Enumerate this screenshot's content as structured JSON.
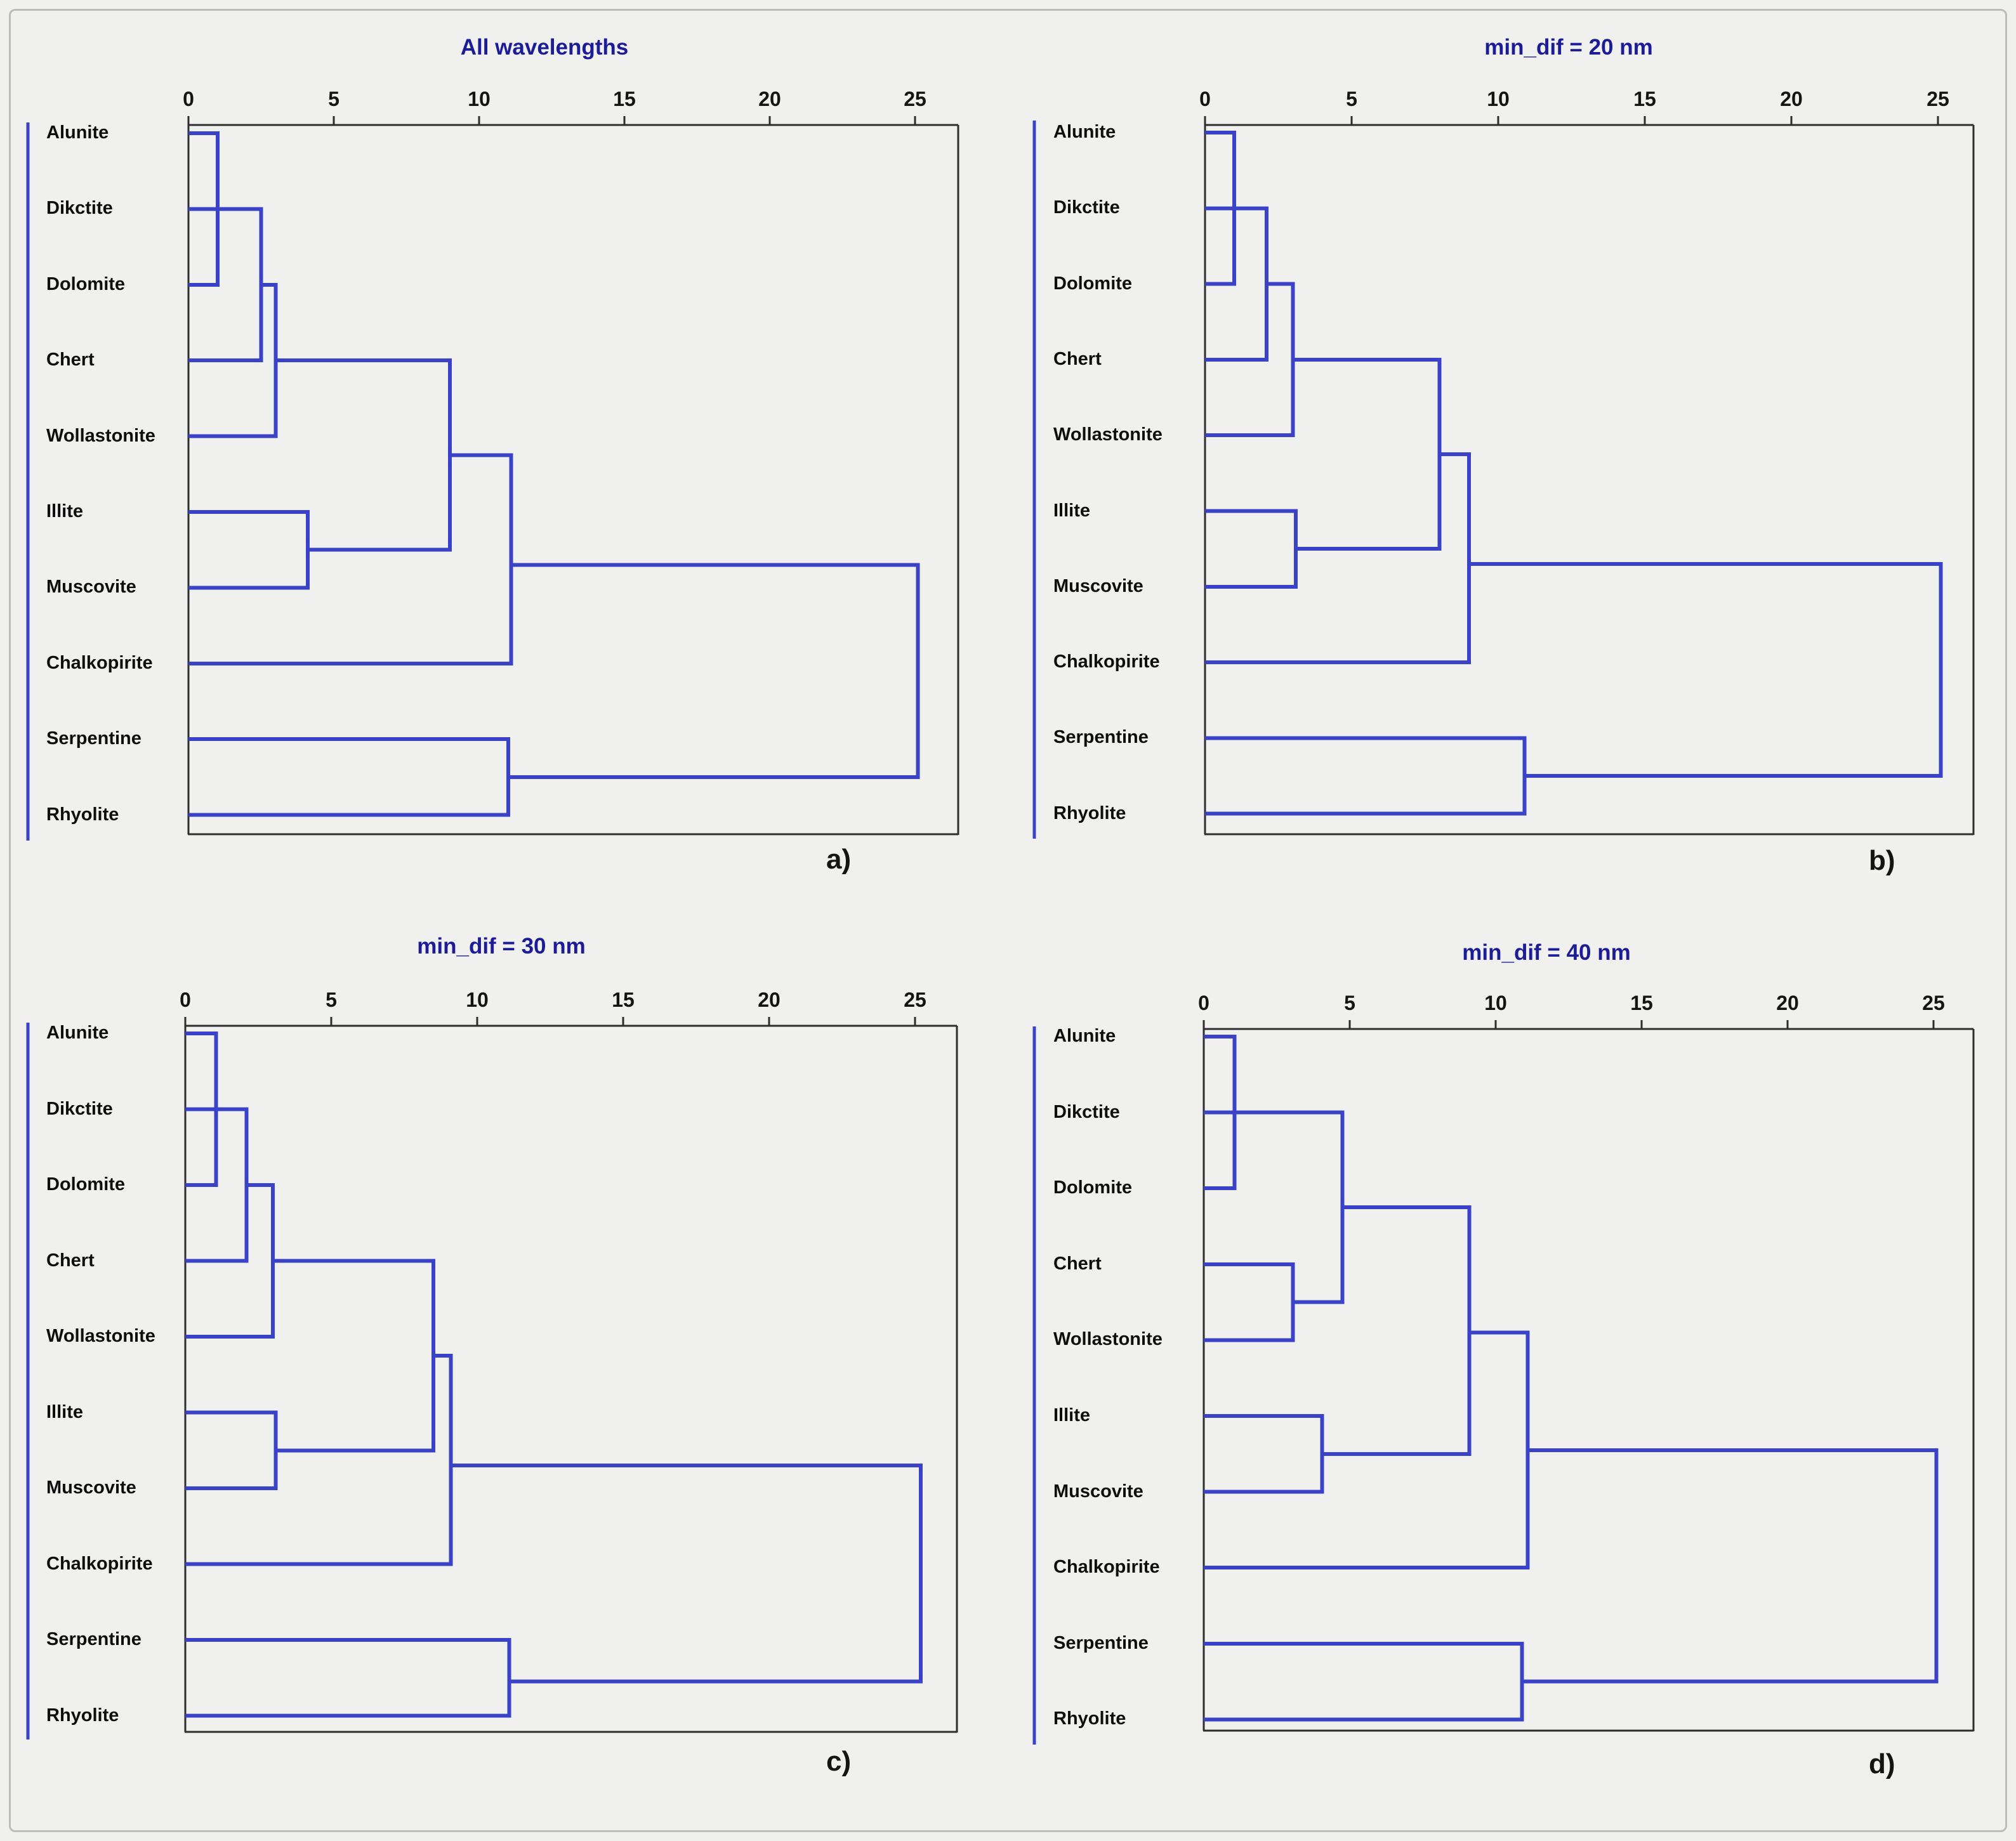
{
  "page": {
    "background_color": "#f0f0ee",
    "frame_color": "#bcbcba",
    "link_color": "#3a43c8",
    "axis_color": "#2e2e2e",
    "title_color": "#1c1c96",
    "text_color": "#0e0e0e"
  },
  "leaves": [
    "Alunite",
    "Dikctite",
    "Dolomite",
    "Chert",
    "Wollastonite",
    "Illite",
    "Muscovite",
    "Chalkopirite",
    "Serpentine",
    "Rhyolite"
  ],
  "axis_ticks": [
    "0",
    "5",
    "10",
    "15",
    "20",
    "25"
  ],
  "merge_format": "each merge = [distance, row_top, start_distance_top, row_bottom, start_distance_bottom]; rows are leaf indices 0-9 (order = leaves[]), fractional rows are midpoints of previously merged clusters; drawn as two horizontal lines joined by a vertical line at the merge distance",
  "chart_data": [
    {
      "id": "a",
      "type": "dendrogram",
      "orientation": "horizontal, distance axis on top",
      "title": "All wavelengths",
      "caption": "a)",
      "xlim": [
        0,
        26.5
      ],
      "xticks": [
        0,
        5,
        10,
        15,
        20,
        25
      ],
      "leaf_order": "top-level leaves list, top to bottom",
      "merges": [
        [
          1.0,
          0,
          0,
          2,
          0
        ],
        [
          2.5,
          1,
          0,
          3,
          0
        ],
        [
          3.0,
          2.0,
          2.5,
          4,
          0
        ],
        [
          4.1,
          5,
          0,
          6,
          0
        ],
        [
          9.0,
          3.0,
          3.0,
          5.5,
          4.1
        ],
        [
          11.1,
          4.25,
          9.0,
          7,
          0
        ],
        [
          11.0,
          8,
          0,
          9,
          0
        ],
        [
          25.1,
          5.7,
          11.1,
          8.5,
          11.0
        ]
      ]
    },
    {
      "id": "b",
      "type": "dendrogram",
      "orientation": "horizontal, distance axis on top",
      "title": "min_dif = 20 nm",
      "caption": "b)",
      "xlim": [
        0,
        26.5
      ],
      "xticks": [
        0,
        5,
        10,
        15,
        20,
        25
      ],
      "leaf_order": "top-level leaves list, top to bottom",
      "merges": [
        [
          1.0,
          0,
          0,
          2,
          0
        ],
        [
          2.1,
          1,
          0,
          3,
          0
        ],
        [
          3.0,
          2.0,
          2.1,
          4,
          0
        ],
        [
          3.1,
          5,
          0,
          6,
          0
        ],
        [
          8.0,
          3.0,
          3.0,
          5.5,
          3.1
        ],
        [
          9.0,
          4.25,
          8.0,
          7,
          0
        ],
        [
          10.9,
          8,
          0,
          9,
          0
        ],
        [
          25.1,
          5.7,
          9.0,
          8.5,
          10.9
        ]
      ]
    },
    {
      "id": "c",
      "type": "dendrogram",
      "orientation": "horizontal, distance axis on top",
      "title": "min_dif = 30 nm",
      "caption": "c)",
      "xlim": [
        0,
        26.5
      ],
      "xticks": [
        0,
        5,
        10,
        15,
        20,
        25
      ],
      "leaf_order": "top-level leaves list, top to bottom",
      "merges": [
        [
          1.05,
          0,
          0,
          2,
          0
        ],
        [
          2.1,
          1,
          0,
          3,
          0
        ],
        [
          3.0,
          2.0,
          2.1,
          4,
          0
        ],
        [
          3.1,
          5,
          0,
          6,
          0
        ],
        [
          8.5,
          3.0,
          3.0,
          5.5,
          3.1
        ],
        [
          9.1,
          4.25,
          8.5,
          7,
          0
        ],
        [
          11.1,
          8,
          0,
          9,
          0
        ],
        [
          25.2,
          5.7,
          9.1,
          8.55,
          11.1
        ]
      ]
    },
    {
      "id": "d",
      "type": "dendrogram",
      "orientation": "horizontal, distance axis on top",
      "title": "min_dif = 40 nm",
      "caption": "d)",
      "xlim": [
        0,
        26.5
      ],
      "xticks": [
        0,
        5,
        10,
        15,
        20,
        25
      ],
      "leaf_order": "top-level leaves list, top to bottom",
      "merges": [
        [
          1.05,
          0,
          0,
          2,
          0
        ],
        [
          3.05,
          3,
          0,
          4,
          0
        ],
        [
          4.75,
          1,
          0,
          3.5,
          3.05
        ],
        [
          4.05,
          5,
          0,
          6,
          0
        ],
        [
          9.1,
          2.25,
          4.75,
          5.5,
          4.05
        ],
        [
          11.1,
          3.9,
          9.1,
          7,
          0
        ],
        [
          10.9,
          8,
          0,
          9,
          0
        ],
        [
          25.1,
          5.45,
          11.1,
          8.5,
          10.9
        ]
      ]
    }
  ]
}
